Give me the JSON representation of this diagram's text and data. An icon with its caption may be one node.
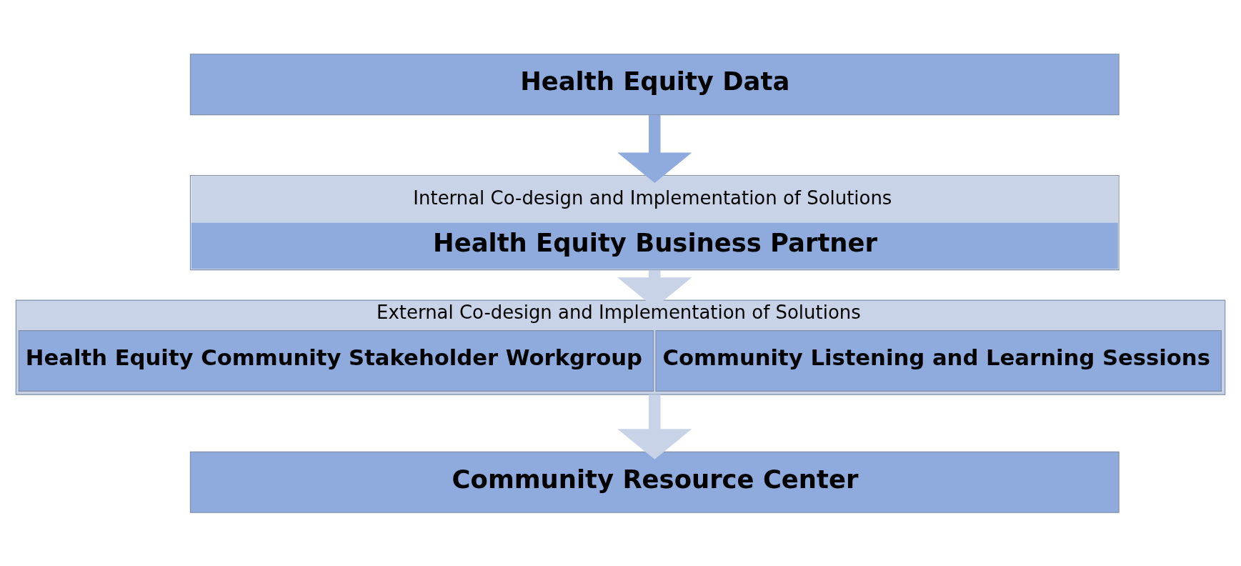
{
  "diagram": {
    "nodes": [
      {
        "text": [
          "Health Equity Data"
        ]
      },
      {
        "text": [
          "Internal Co-design and Implementation of Solutions",
          "Health Equity Business Partner"
        ]
      },
      {
        "text": [
          "External Co-design and Implementation of Solutions"
        ]
      },
      {
        "text": [
          "Health Equity Community Stakeholder Workgroup"
        ],
        "in": 2
      },
      {
        "text": [
          "Community Listening and Learning Sessions"
        ],
        "in": 2
      },
      {
        "text": [
          "Community Resource Center"
        ]
      }
    ],
    "edges": [
      {
        "from": 0,
        "to": 1,
        "arrow": "to",
        "color": "#8faadc"
      },
      {
        "from": 1,
        "to": 2,
        "arrow": "to"
      },
      {
        "from": 2,
        "to": 5,
        "arrow": "to"
      }
    ]
  }
}
